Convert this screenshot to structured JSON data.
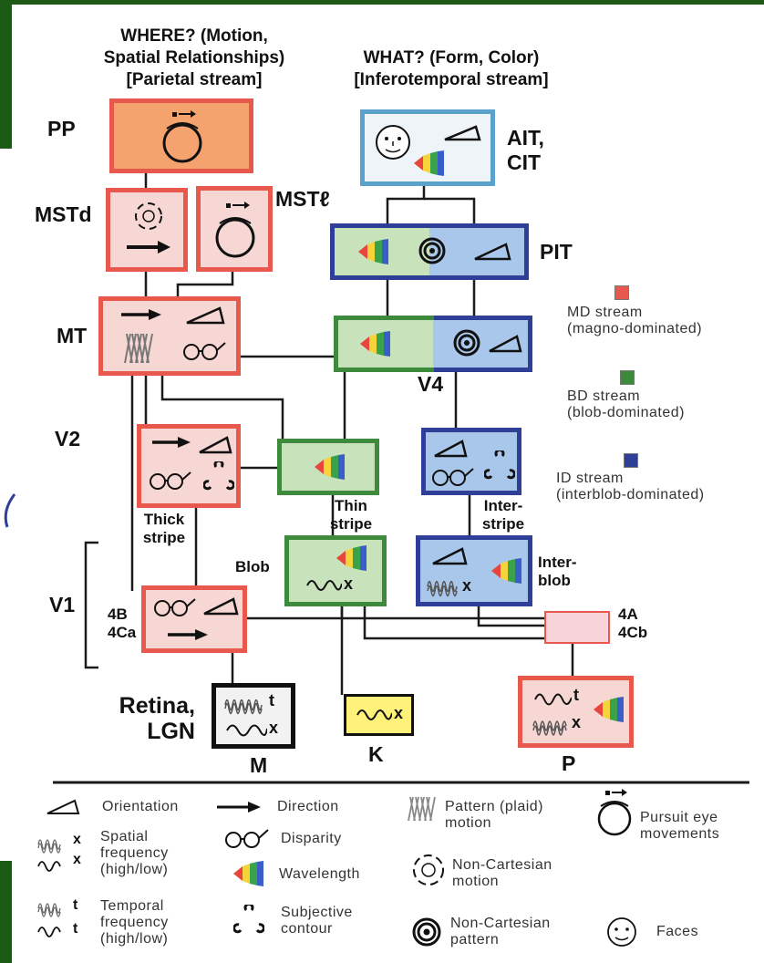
{
  "headers": {
    "where_line1": "WHERE? (Motion,",
    "where_line2": "Spatial Relationships)",
    "where_line3": "[Parietal stream]",
    "what_line1": "WHAT? (Form, Color)",
    "what_line2": "[Inferotemporal stream]"
  },
  "areas": {
    "pp": "PP",
    "mstd": "MSTd",
    "mstl": "MSTℓ",
    "mt": "MT",
    "v2": "V2",
    "v1": "V1",
    "ait_line1": "AIT,",
    "ait_line2": "CIT",
    "pit": "PIT",
    "v4": "V4",
    "retina_line1": "Retina,",
    "retina_line2": "LGN",
    "m": "M",
    "k": "K",
    "p": "P"
  },
  "sublabels": {
    "thick_line1": "Thick",
    "thick_line2": "stripe",
    "thin_line1": "Thin",
    "thin_line2": "stripe",
    "inter_line1": "Inter-",
    "inter_line2": "stripe",
    "blob": "Blob",
    "interblob_line1": "Inter-",
    "interblob_line2": "blob",
    "layer_4b": "4B",
    "layer_4ca": "4Ca",
    "layer_4a": "4A",
    "layer_4cb": "4Cb"
  },
  "glyph_text": {
    "x": "x",
    "t": "t"
  },
  "streams": [
    {
      "key": "md",
      "line1": "MD  stream",
      "line2": "(magno-dominated)",
      "color": "#e8584c"
    },
    {
      "key": "bd",
      "line1": "BD stream",
      "line2": "(blob-dominated)",
      "color": "#3e8a3c"
    },
    {
      "key": "id",
      "line1": "ID stream",
      "line2": "(interblob-dominated)",
      "color": "#2f3f98"
    }
  ],
  "legend": {
    "orientation": "Orientation",
    "direction": "Direction",
    "pattern_line1": "Pattern (plaid)",
    "pattern_line2": "motion",
    "pursuit_line1": "Pursuit eye",
    "pursuit_line2": "movements",
    "spatial_line1": "Spatial",
    "spatial_line2": "frequency",
    "spatial_line3": "(high/low)",
    "disparity": "Disparity",
    "wavelength": "Wavelength",
    "noncart_motion_line1": "Non-Cartesian",
    "noncart_motion_line2": "motion",
    "temporal_line1": "Temporal",
    "temporal_line2": "frequency",
    "temporal_line3": "(high/low)",
    "subjective_line1": "Subjective",
    "subjective_line2": "contour",
    "noncart_pattern_line1": "Non-Cartesian",
    "noncart_pattern_line2": "pattern",
    "faces": "Faces"
  },
  "colors": {
    "frame_green": "#1c5a16",
    "md_fill": "#f7d7d3",
    "md_border": "#e8584c",
    "pp_fill": "#f4a36e",
    "bd_fill": "#c8e2bc",
    "bd_border": "#3e8a3c",
    "id_fill": "#a9c7ea",
    "id_border": "#2f3f98",
    "ait_fill": "#eef4f8",
    "ait_border": "#5aa2cc",
    "k_fill": "#fff27a",
    "retina_fill": "#f2f2f2"
  }
}
